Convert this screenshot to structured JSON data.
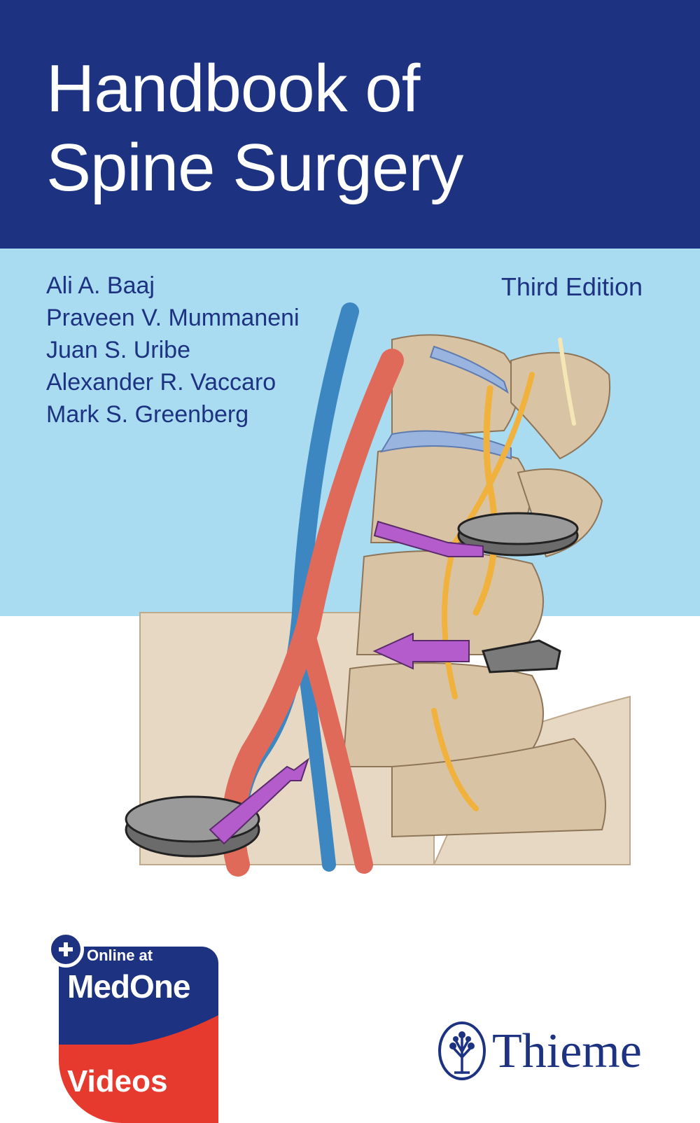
{
  "cover": {
    "title_line1": "Handbook of",
    "title_line2": "Spine Surgery",
    "edition": "Third Edition",
    "authors": [
      "Ali A. Baaj",
      "Praveen V. Mummaneni",
      "Juan S. Uribe",
      "Alexander R. Vaccaro",
      "Mark S. Greenberg"
    ]
  },
  "badge": {
    "line1": "Online at",
    "line2": "MedOne",
    "line3": "Videos"
  },
  "publisher": {
    "name": "Thieme",
    "logo_icon": "tree-icon"
  },
  "colors": {
    "navy": "#1d3381",
    "light_blue": "#a9dbf1",
    "red": "#e63a2e",
    "bone": "#d9c3a5",
    "artery": "#e06a5a",
    "vein": "#3c86c2",
    "nerve": "#f0b23c",
    "arrow": "#b45ccc",
    "implant": "#6b6b6b"
  }
}
